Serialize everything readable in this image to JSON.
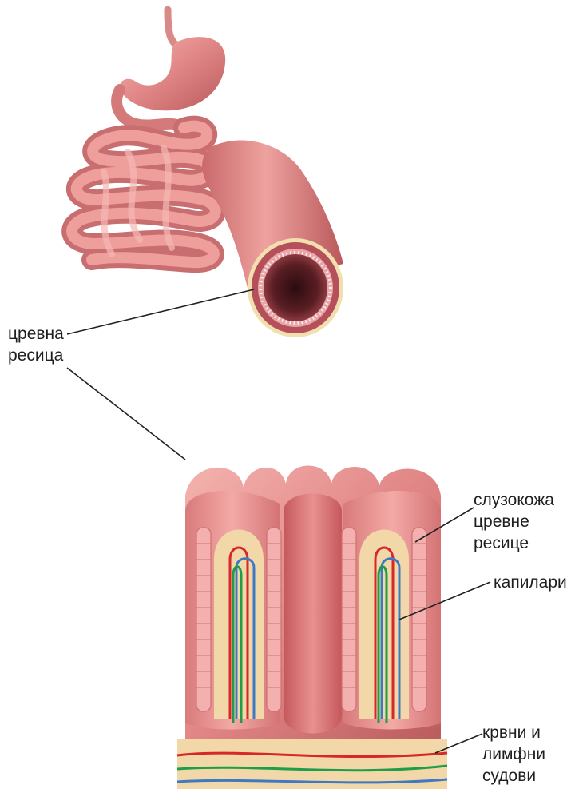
{
  "labels": {
    "villus": "цревна\nресица",
    "mucosa": "слузокожа\nцревне\nресице",
    "capillaries": "капилари",
    "vessels": "крвни и\nлимфни\nсудови"
  },
  "colors": {
    "tissue": "#e58c8c",
    "tissue_dark": "#c76768",
    "tissue_light": "#f6bcb7",
    "core": "#f2d8a8",
    "artery": "#d6272b",
    "vein": "#3e79c4",
    "lymph": "#1f9d49",
    "leader": "#222222"
  },
  "icons": [
    "stomach-icon",
    "intestine-coil-icon",
    "intestine-cross-section-icon",
    "villi-section-icon"
  ]
}
